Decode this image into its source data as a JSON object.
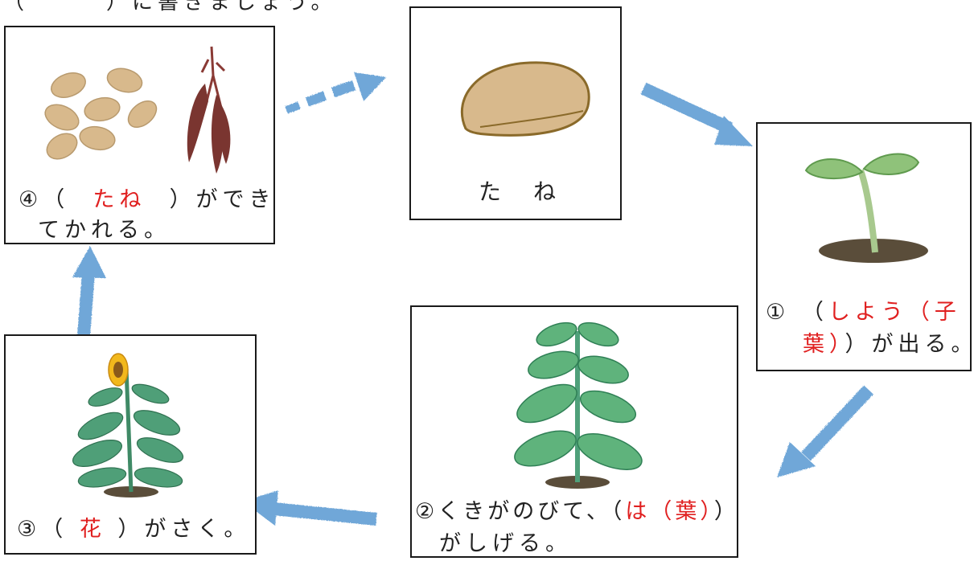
{
  "header_fragment": "（　　　）に書きましょう。",
  "cards": {
    "seed": {
      "label": "た　ね"
    },
    "stage1": {
      "num": "①",
      "open": "（",
      "answer1": "しよう（子",
      "answer2": "葉）",
      "close": "）が出る。"
    },
    "stage2": {
      "num": "②",
      "text": "くきがのびて、（",
      "answer": "は（葉）",
      "close": "）",
      "line2": "がしげる。"
    },
    "stage3": {
      "num": "③",
      "open": "（",
      "answer": "花",
      "close": "）がさく。"
    },
    "stage4": {
      "num": "④",
      "open": "（",
      "answer": "たね",
      "close": "）ができ",
      "line2": "てかれる。"
    }
  },
  "colors": {
    "answer": "#e02020",
    "arrow": "#6fa7d8",
    "border": "#1a1a1a"
  }
}
